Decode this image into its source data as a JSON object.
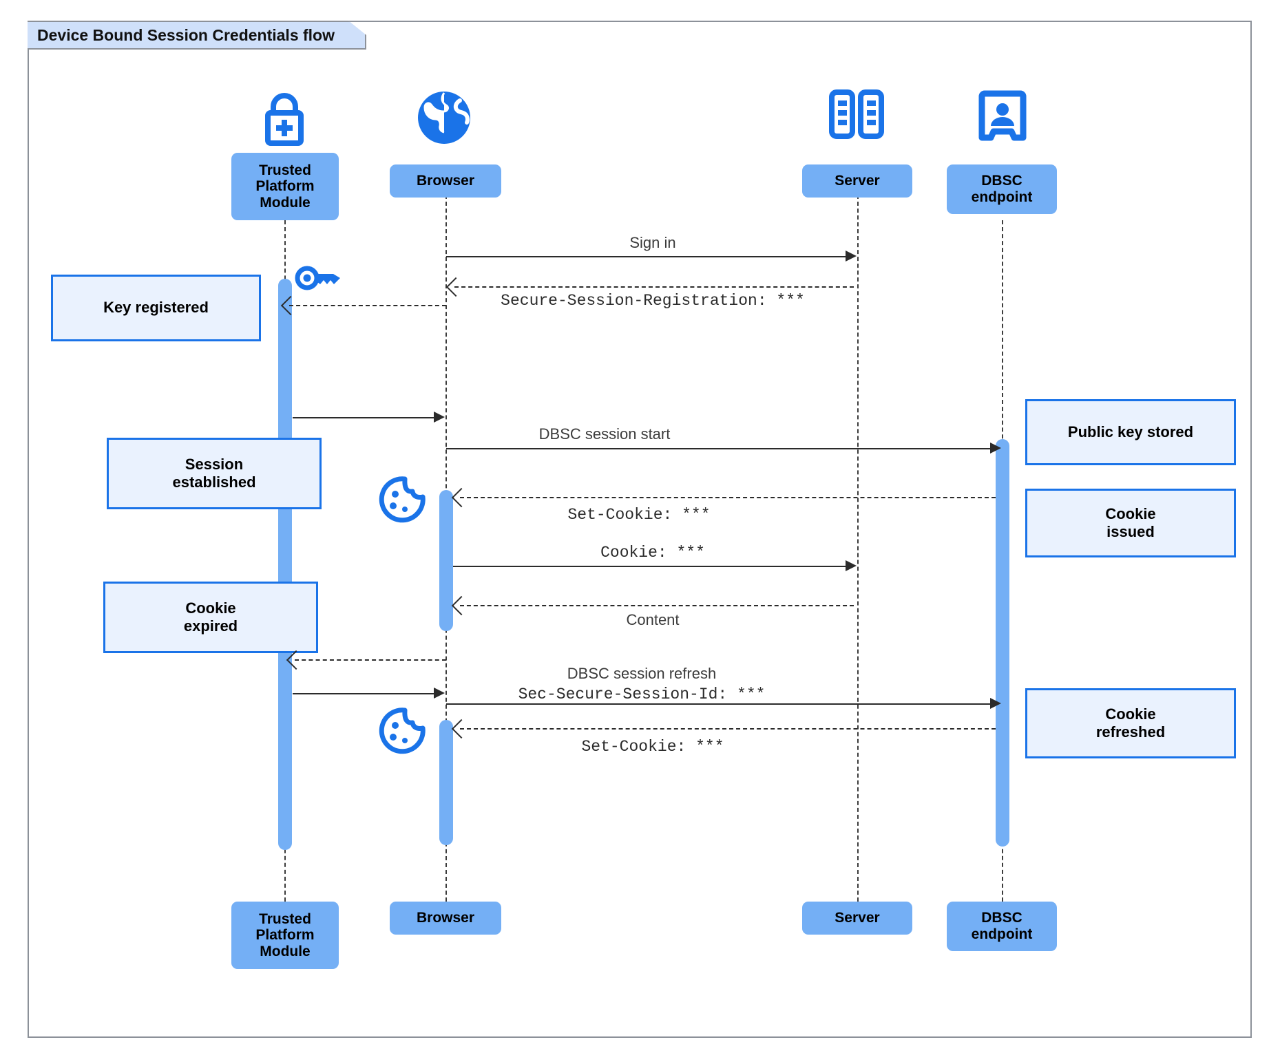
{
  "frame": {
    "title": "Device Bound Session Credentials flow"
  },
  "colors": {
    "participant_fill": "#74aff5",
    "note_fill": "#eaf2fe",
    "note_border": "#1a73e8",
    "activation": "#74aff5",
    "icon_blue": "#1a73e8",
    "frame_border": "#8c9199",
    "frame_tab_fill": "#cfe0fa",
    "line": "#2b2b2b"
  },
  "participants": [
    {
      "id": "tpm",
      "label": "Trusted\nPlatform\nModule",
      "icon": "lock-plus-icon"
    },
    {
      "id": "browser",
      "label": "Browser",
      "icon": "globe-icon"
    },
    {
      "id": "server",
      "label": "Server",
      "icon": "server-rack-icon"
    },
    {
      "id": "dbsc",
      "label": "DBSC\nendpoint",
      "icon": "id-badge-icon"
    }
  ],
  "participants_bottom": [
    {
      "id": "tpm",
      "label": "Trusted\nPlatform\nModule"
    },
    {
      "id": "browser",
      "label": "Browser"
    },
    {
      "id": "server",
      "label": "Server"
    },
    {
      "id": "dbsc",
      "label": "DBSC\nendpoint"
    }
  ],
  "messages": [
    {
      "id": "m1",
      "text": "Sign in",
      "style": "sans",
      "from": "browser",
      "to": "server",
      "line": "solid",
      "dir": "right"
    },
    {
      "id": "m2",
      "text": "Secure-Session-Registration: ***",
      "style": "mono",
      "from": "server",
      "to": "browser",
      "line": "dashed",
      "dir": "left"
    },
    {
      "id": "m3",
      "text": "",
      "style": "sans",
      "from": "tpm",
      "to": "browser",
      "line": "solid",
      "dir": "right"
    },
    {
      "id": "m4",
      "text": "DBSC session start",
      "style": "sans",
      "from": "browser",
      "to": "dbsc",
      "line": "solid",
      "dir": "right"
    },
    {
      "id": "m5",
      "text": "Set-Cookie: ***",
      "style": "mono",
      "from": "dbsc",
      "to": "browser",
      "line": "dashed",
      "dir": "left"
    },
    {
      "id": "m6",
      "text": "Cookie: ***",
      "style": "mono",
      "from": "browser",
      "to": "server",
      "line": "solid",
      "dir": "right"
    },
    {
      "id": "m7",
      "text": "Content",
      "style": "sans",
      "from": "server",
      "to": "browser",
      "line": "dashed",
      "dir": "left"
    },
    {
      "id": "m8",
      "text": "",
      "style": "sans",
      "from": "browser",
      "to": "tpm",
      "line": "dashed",
      "dir": "left"
    },
    {
      "id": "m9",
      "text": "DBSC session refresh",
      "style": "sans",
      "from": "browser",
      "to": "dbsc",
      "line": "solid",
      "dir": "right"
    },
    {
      "id": "m9b",
      "text": "Sec-Secure-Session-Id: ***",
      "style": "mono",
      "from": "browser",
      "to": "dbsc",
      "line": "solid",
      "dir": "right"
    },
    {
      "id": "m10",
      "text": "",
      "style": "sans",
      "from": "tpm",
      "to": "browser",
      "line": "solid",
      "dir": "right"
    },
    {
      "id": "m11",
      "text": "Set-Cookie: ***",
      "style": "mono",
      "from": "dbsc",
      "to": "browser",
      "line": "dashed",
      "dir": "left"
    }
  ],
  "notes": [
    {
      "id": "n1",
      "text": "Key registered",
      "side": "left",
      "anchor": "tpm"
    },
    {
      "id": "n2",
      "text": "Session\nestablished",
      "side": "left",
      "anchor": "tpm"
    },
    {
      "id": "n3",
      "text": "Cookie\nexpired",
      "side": "left",
      "anchor": "tpm"
    },
    {
      "id": "n4",
      "text": "Public key stored",
      "side": "right",
      "anchor": "dbsc"
    },
    {
      "id": "n5",
      "text": "Cookie\nissued",
      "side": "right",
      "anchor": "dbsc"
    },
    {
      "id": "n6",
      "text": "Cookie\nrefreshed",
      "side": "right",
      "anchor": "dbsc"
    }
  ],
  "inline_icons": [
    {
      "id": "key",
      "name": "key-icon",
      "near": "tpm"
    },
    {
      "id": "cookie1",
      "name": "cookie-icon",
      "near": "browser"
    },
    {
      "id": "cookie2",
      "name": "cookie-icon",
      "near": "browser"
    }
  ]
}
